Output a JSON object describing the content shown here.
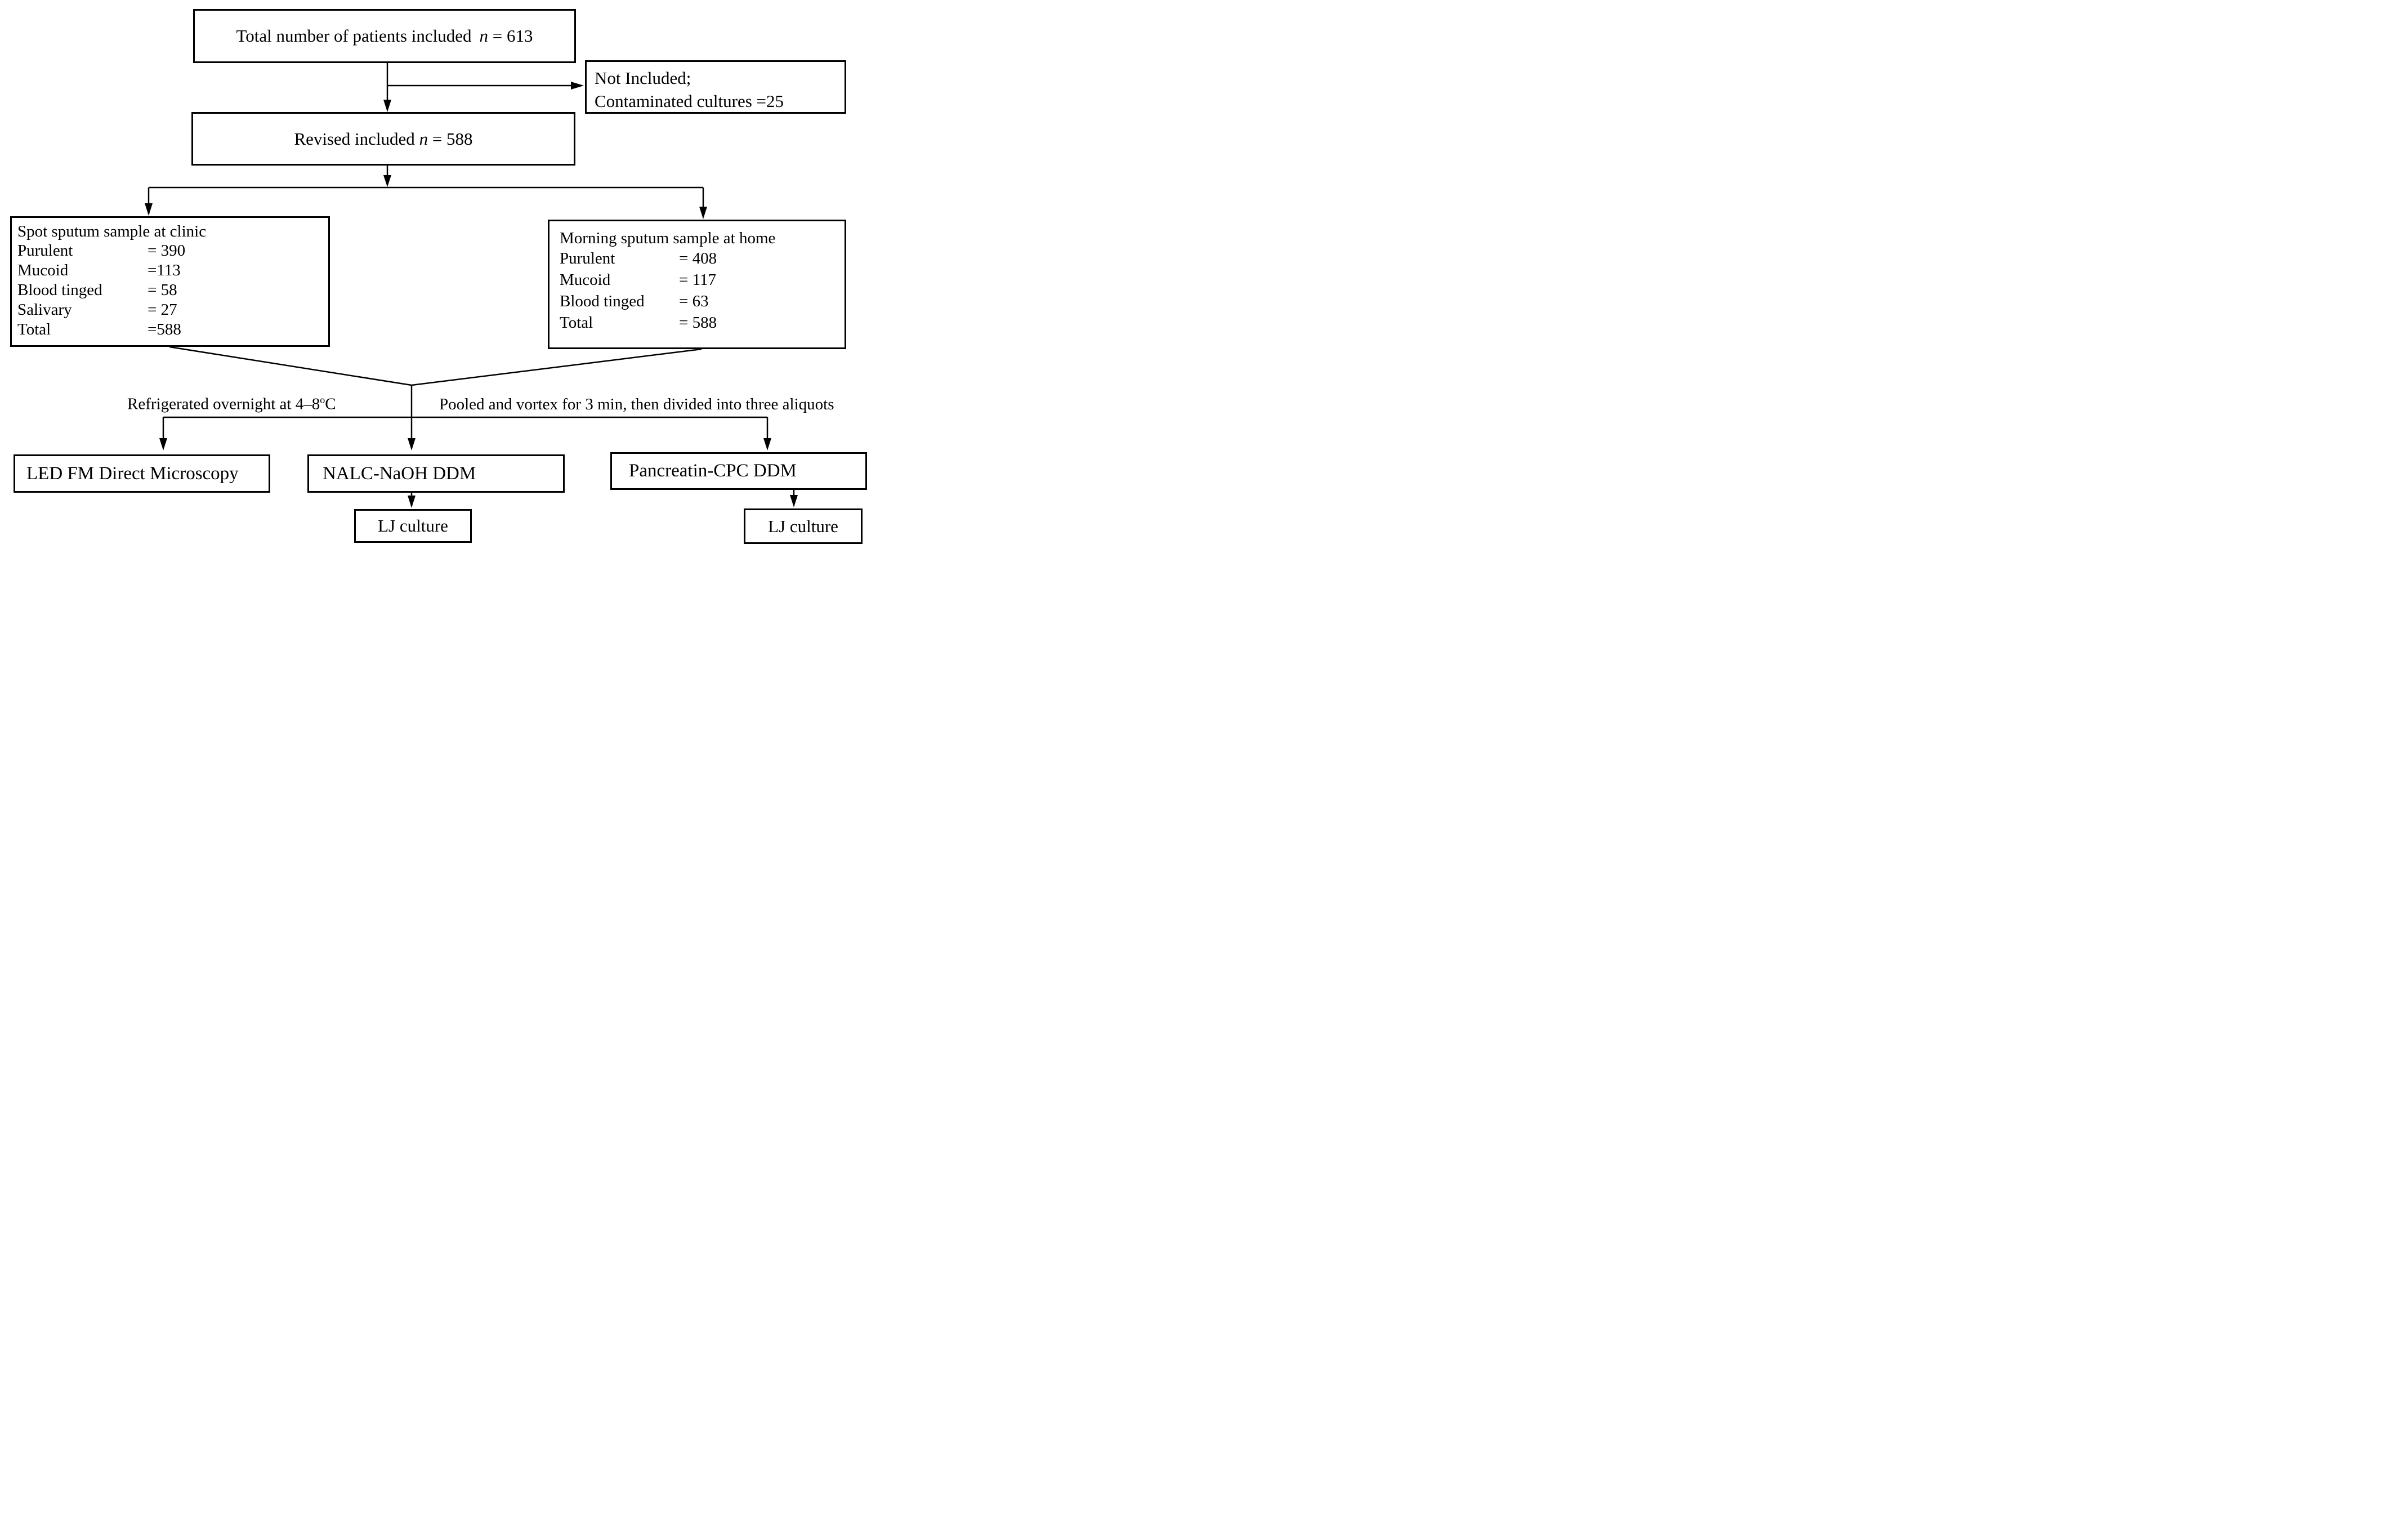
{
  "top_box": {
    "text_prefix": "Total number of patients included",
    "n_italic": "n",
    "text_suffix": " = 613"
  },
  "not_included_box": {
    "line1": "Not Included;",
    "line2": "Contaminated cultures =25"
  },
  "revised_box": {
    "text_prefix": "Revised included ",
    "n_italic": "n",
    "text_suffix": " = 588"
  },
  "left_sample_box": {
    "title": "Spot sputum sample at clinic",
    "rows": [
      {
        "label": "Purulent",
        "value": "= 390"
      },
      {
        "label": "Mucoid",
        "value": "=113"
      },
      {
        "label": "Blood tinged",
        "value": "= 58"
      },
      {
        "label": "Salivary",
        "value": "= 27"
      },
      {
        "label": "Total",
        "value": "=588"
      }
    ]
  },
  "right_sample_box": {
    "title": "Morning sputum sample at home",
    "rows": [
      {
        "label": "Purulent",
        "value": "= 408"
      },
      {
        "label": "Mucoid",
        "value": "= 117"
      },
      {
        "label": "Blood tinged",
        "value": "= 63"
      },
      {
        "label": "Total",
        "value": "= 588"
      }
    ]
  },
  "process_labels": {
    "refrigerated_prefix": "Refrigerated overnight at 4–8",
    "refrigerated_sup": "o",
    "refrigerated_suffix": "C",
    "pooled": "Pooled and vortex for 3 min, then divided into three aliquots"
  },
  "bottom_boxes": {
    "led": "LED FM Direct Microscopy",
    "nalc": "NALC-NaOH DDM",
    "pancreatin": "Pancreatin-CPC DDM",
    "lj_mid": "LJ culture",
    "lj_right": "LJ culture"
  },
  "colors": {
    "line": "#000000",
    "background": "#ffffff",
    "text": "#000000"
  }
}
